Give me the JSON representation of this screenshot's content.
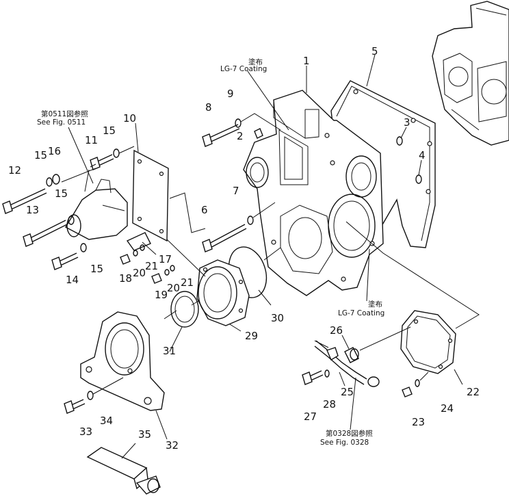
{
  "parts": [
    {
      "id": "p1",
      "label": "1"
    },
    {
      "id": "p2",
      "label": "2"
    },
    {
      "id": "p3",
      "label": "3"
    },
    {
      "id": "p4",
      "label": "4"
    },
    {
      "id": "p5",
      "label": "5"
    },
    {
      "id": "p6",
      "label": "6"
    },
    {
      "id": "p7",
      "label": "7"
    },
    {
      "id": "p8",
      "label": "8"
    },
    {
      "id": "p9",
      "label": "9"
    },
    {
      "id": "p10",
      "label": "10"
    },
    {
      "id": "p11",
      "label": "11"
    },
    {
      "id": "p12",
      "label": "12"
    },
    {
      "id": "p13",
      "label": "13"
    },
    {
      "id": "p14",
      "label": "14"
    },
    {
      "id": "p15a",
      "label": "15"
    },
    {
      "id": "p15b",
      "label": "15"
    },
    {
      "id": "p15c",
      "label": "15"
    },
    {
      "id": "p15d",
      "label": "15"
    },
    {
      "id": "p16",
      "label": "16"
    },
    {
      "id": "p17",
      "label": "17"
    },
    {
      "id": "p18",
      "label": "18"
    },
    {
      "id": "p19",
      "label": "19"
    },
    {
      "id": "p20a",
      "label": "20"
    },
    {
      "id": "p20b",
      "label": "20"
    },
    {
      "id": "p21a",
      "label": "21"
    },
    {
      "id": "p21b",
      "label": "21"
    },
    {
      "id": "p22",
      "label": "22"
    },
    {
      "id": "p23",
      "label": "23"
    },
    {
      "id": "p24",
      "label": "24"
    },
    {
      "id": "p25",
      "label": "25"
    },
    {
      "id": "p26",
      "label": "26"
    },
    {
      "id": "p27",
      "label": "27"
    },
    {
      "id": "p28",
      "label": "28"
    },
    {
      "id": "p29",
      "label": "29"
    },
    {
      "id": "p30",
      "label": "30"
    },
    {
      "id": "p31",
      "label": "31"
    },
    {
      "id": "p32",
      "label": "32"
    },
    {
      "id": "p33",
      "label": "33"
    },
    {
      "id": "p34",
      "label": "34"
    },
    {
      "id": "p35",
      "label": "35"
    }
  ],
  "notes": {
    "coating_top_jp": "塗布",
    "coating_top_en": "LG-7 Coating",
    "coating_bottom_jp": "塗布",
    "coating_bottom_en": "LG-7 Coating",
    "ref_0511_jp": "第0511図参照",
    "ref_0511_en": "See Fig. 0511",
    "ref_0328_jp": "第0328図参照",
    "ref_0328_en": "See Fig. 0328"
  }
}
